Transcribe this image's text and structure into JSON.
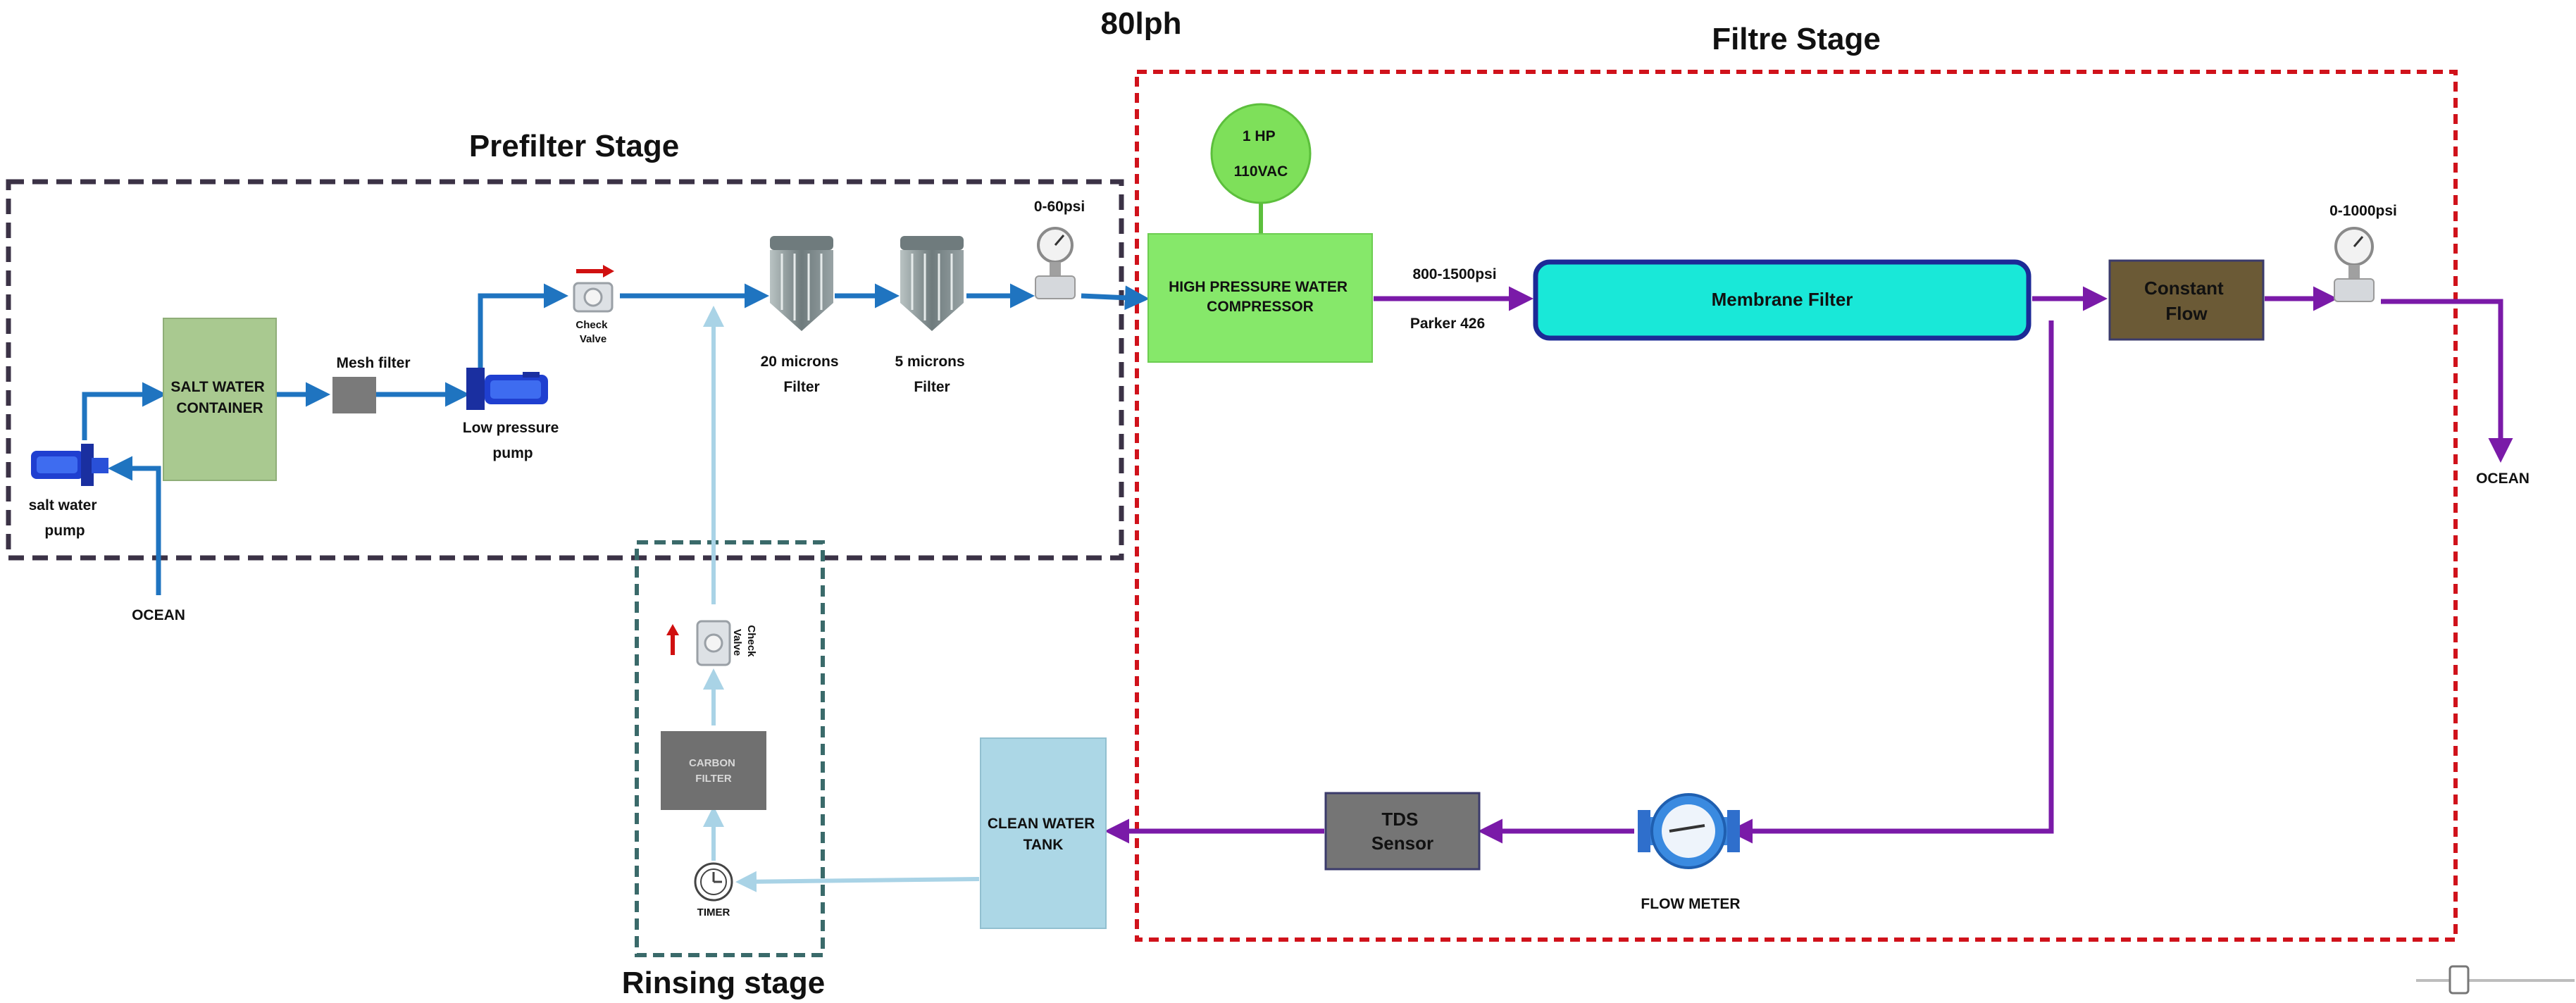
{
  "title": "80lph",
  "stages": {
    "prefilter": "Prefilter Stage",
    "filtre": "Filtre Stage",
    "rinsing": "Rinsing stage"
  },
  "components": {
    "salt_water_pump": [
      "salt water",
      "pump"
    ],
    "ocean_in": "OCEAN",
    "salt_water_container": [
      "SALT WATER",
      "CONTAINER"
    ],
    "mesh_filter": "Mesh filter",
    "low_pressure_pump": [
      "Low pressure",
      "pump"
    ],
    "check_valve_top": [
      "Check",
      "Valve"
    ],
    "filter_20": [
      "20 microns",
      "Filter"
    ],
    "filter_5": [
      "5 microns",
      "Filter"
    ],
    "gauge_low": "0-60psi",
    "motor": [
      "1 HP",
      "110VAC"
    ],
    "compressor": [
      "HIGH PRESSURE WATER",
      "COMPRESSOR"
    ],
    "pressure_range": "800-1500psi",
    "parker": "Parker 426",
    "membrane": "Membrane Filter",
    "constant_flow": [
      "Constant",
      "Flow"
    ],
    "gauge_high": "0-1000psi",
    "ocean_out": "OCEAN",
    "flow_meter": "FLOW METER",
    "tds_sensor": [
      "TDS",
      "Sensor"
    ],
    "clean_water_tank": [
      "CLEAN WATER",
      "TANK"
    ],
    "carbon_filter": [
      "CARBON",
      "FILTER"
    ],
    "timer": "TIMER",
    "check_valve_rinse": [
      "Check",
      "Valve"
    ]
  },
  "colors": {
    "prefilter_border": "#3b3246",
    "filtre_border": "#d0121b",
    "rinsing_border": "#3a6a6a",
    "blue_pipe": "#1f74c0",
    "purple_pipe": "#7a1aa8",
    "light_pipe": "#a9d3e6",
    "container": "#a9c990",
    "compressor": "#86e86a",
    "motor": "#7ee05a",
    "membrane": "#19e8d8",
    "constant_flow": "#6b5a36",
    "tank": "#acd7e6",
    "tds": "#757575",
    "carbon": "#707070",
    "mesh": "#7a7a7a"
  }
}
